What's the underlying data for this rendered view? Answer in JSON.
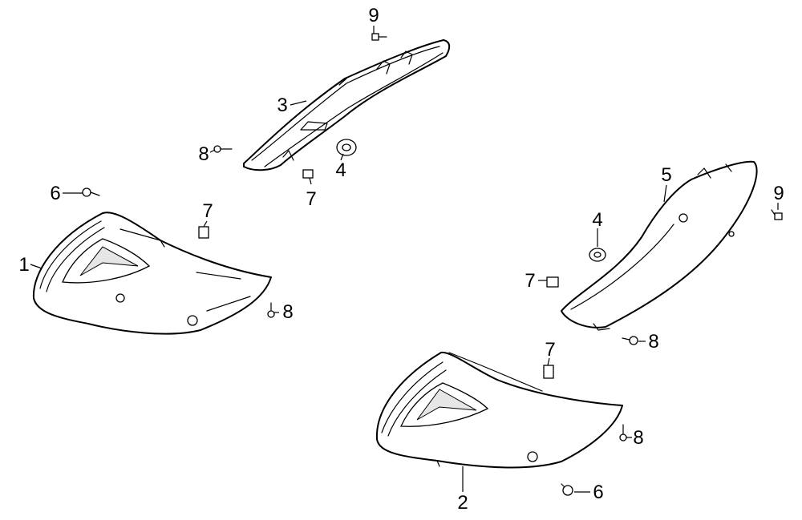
{
  "diagram": {
    "callouts": [
      {
        "id": "c9-top",
        "label": "9"
      },
      {
        "id": "c3",
        "label": "3"
      },
      {
        "id": "c8-top",
        "label": "8"
      },
      {
        "id": "c4-top",
        "label": "4"
      },
      {
        "id": "c7-top",
        "label": "7"
      },
      {
        "id": "c6-left",
        "label": "6"
      },
      {
        "id": "c7-left",
        "label": "7"
      },
      {
        "id": "c1",
        "label": "1"
      },
      {
        "id": "c8-left",
        "label": "8"
      },
      {
        "id": "c5",
        "label": "5"
      },
      {
        "id": "c9-right",
        "label": "9"
      },
      {
        "id": "c4-right",
        "label": "4"
      },
      {
        "id": "c7-right",
        "label": "7"
      },
      {
        "id": "c8-right",
        "label": "8"
      },
      {
        "id": "c7-bottom",
        "label": "7"
      },
      {
        "id": "c8-bottom",
        "label": "8"
      },
      {
        "id": "c2",
        "label": "2"
      },
      {
        "id": "c6-bottom",
        "label": "6"
      }
    ]
  }
}
